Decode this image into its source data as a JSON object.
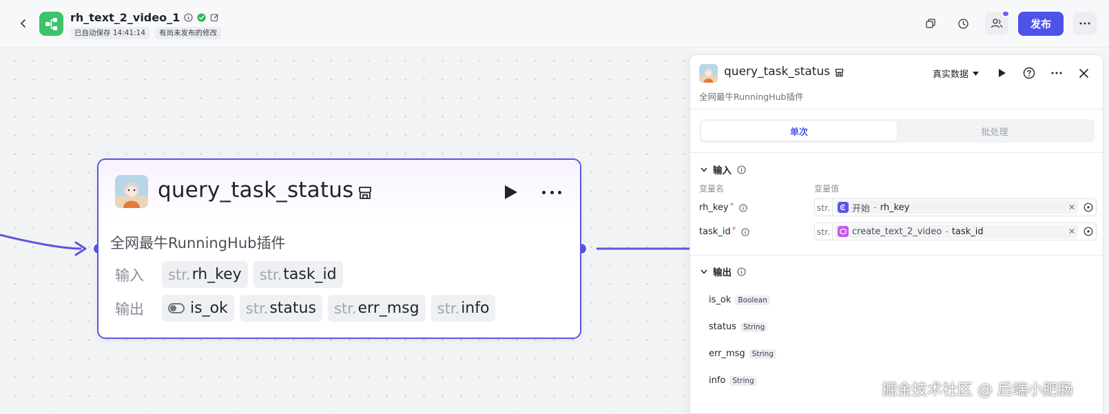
{
  "header": {
    "app_title": "rh_text_2_video_1",
    "autosave_text": "已自动保存 14:41:14",
    "unpublished_text": "有尚未发布的修改",
    "publish_label": "发布"
  },
  "node": {
    "title": "query_task_status",
    "description": "全网最牛RunningHub插件",
    "input_label": "输入",
    "output_label": "输出",
    "inputs": [
      {
        "type": "str.",
        "name": "rh_key"
      },
      {
        "type": "str.",
        "name": "task_id"
      }
    ],
    "outputs": [
      {
        "type": "",
        "name": "is_ok"
      },
      {
        "type": "str.",
        "name": "status"
      },
      {
        "type": "str.",
        "name": "err_msg"
      },
      {
        "type": "str.",
        "name": "info"
      }
    ]
  },
  "panel": {
    "title": "query_task_status",
    "subtitle": "全网最牛RunningHub插件",
    "data_mode": "真实数据",
    "tabs": [
      "单次",
      "批处理"
    ],
    "input_section": "输入",
    "col_name": "变量名",
    "col_value": "变量值",
    "params": [
      {
        "name": "rh_key",
        "required": "*",
        "type": "str.",
        "source": "开始",
        "sep": "-",
        "field": "rh_key"
      },
      {
        "name": "task_id",
        "required": "*",
        "type": "str.",
        "source": "create_text_2_video",
        "sep": "-",
        "field": "task_id"
      }
    ],
    "output_section": "输出",
    "outputs": [
      {
        "name": "is_ok",
        "type": "Boolean"
      },
      {
        "name": "status",
        "type": "String"
      },
      {
        "name": "err_msg",
        "type": "String"
      },
      {
        "name": "info",
        "type": "String"
      }
    ]
  },
  "watermark": "掘金技术社区 @ 后端小肥肠",
  "colors": {
    "accent": "#4d53e8",
    "node_border": "#5a55e0",
    "logo_green": "#3ec36b",
    "required": "#e5484d"
  }
}
